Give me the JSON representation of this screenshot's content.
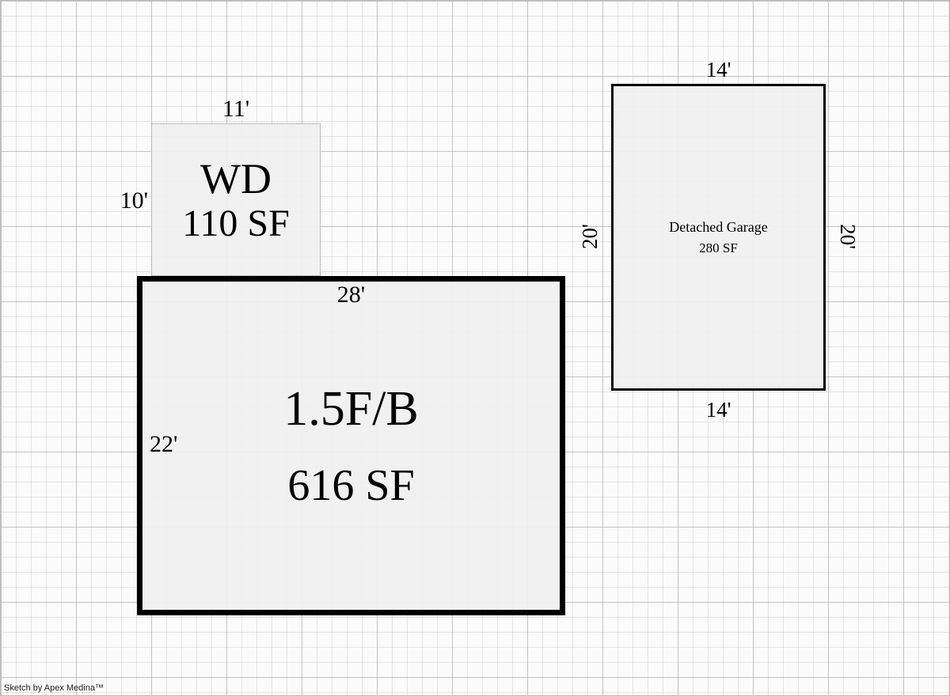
{
  "credit": "Sketch by Apex Medina™",
  "wd": {
    "label": "WD",
    "area": "110 SF",
    "dim_top": "11'",
    "dim_left": "10'"
  },
  "main": {
    "label": "1.5F/B",
    "area": "616 SF",
    "dim_top": "28'",
    "dim_left": "22'"
  },
  "garage": {
    "name": "Detached Garage",
    "area": "280 SF",
    "dim_top": "14'",
    "dim_bottom": "14'",
    "dim_left": "20'",
    "dim_right": "20'"
  }
}
